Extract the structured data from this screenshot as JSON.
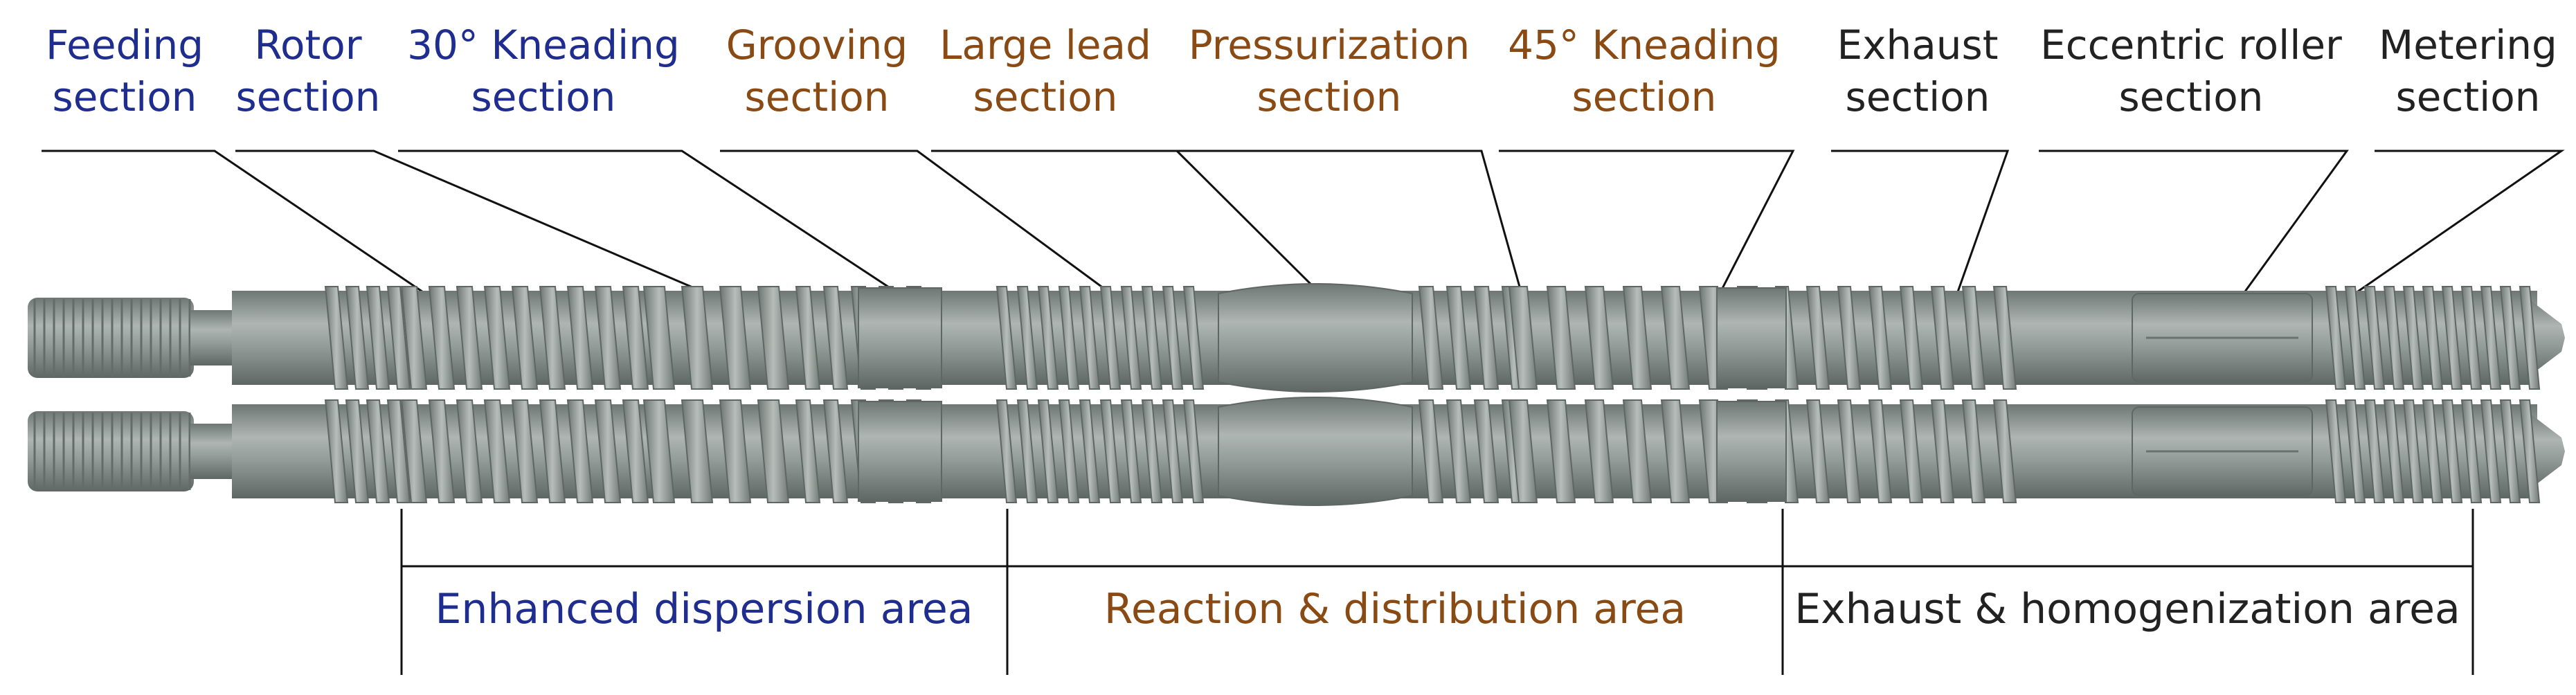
{
  "colors": {
    "navy": "#1f2d8f",
    "brown": "#8a4a14",
    "dark": "#222222",
    "screw": "#8e9693"
  },
  "sections": [
    {
      "id": "feeding",
      "line1": "Feeding",
      "line2": "section",
      "color": "navy"
    },
    {
      "id": "rotor",
      "line1": "Rotor",
      "line2": "section",
      "color": "navy"
    },
    {
      "id": "kneading30",
      "line1": "30° Kneading",
      "line2": "section",
      "color": "navy"
    },
    {
      "id": "grooving",
      "line1": "Grooving",
      "line2": "section",
      "color": "brown"
    },
    {
      "id": "largelead",
      "line1": "Large lead",
      "line2": "section",
      "color": "brown"
    },
    {
      "id": "pressurization",
      "line1": "Pressurization",
      "line2": "section",
      "color": "brown"
    },
    {
      "id": "kneading45",
      "line1": "45° Kneading",
      "line2": "section",
      "color": "brown"
    },
    {
      "id": "exhaust",
      "line1": "Exhaust",
      "line2": "section",
      "color": "dark"
    },
    {
      "id": "eccentric",
      "line1": "Eccentric roller",
      "line2": "section",
      "color": "dark"
    },
    {
      "id": "metering",
      "line1": "Metering",
      "line2": "section",
      "color": "dark"
    }
  ],
  "areas": [
    {
      "id": "enhanced",
      "label": "Enhanced dispersion area",
      "color": "navy"
    },
    {
      "id": "reaction",
      "label": "Reaction & distribution area",
      "color": "brown"
    },
    {
      "id": "exhaust-homog",
      "label": "Exhaust & homogenization area",
      "color": "dark"
    }
  ]
}
